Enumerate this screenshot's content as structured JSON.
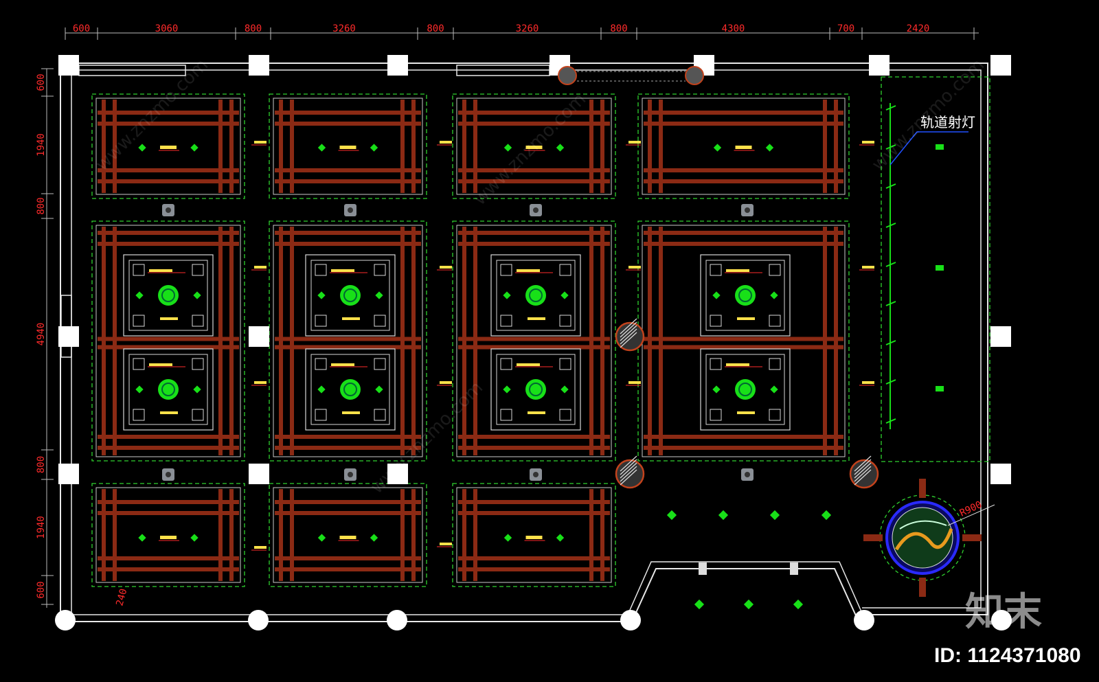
{
  "drawing": {
    "top_dimensions": [
      "600",
      "3060",
      "800",
      "3260",
      "800",
      "3260",
      "800",
      "4300",
      "700",
      "2420"
    ],
    "left_dimensions": [
      "600",
      "1940",
      "800",
      "4940",
      "800",
      "1940",
      "600"
    ],
    "track_light_label": "轨道射灯",
    "radius_label": "R900",
    "small_dim_label": "240",
    "colors": {
      "wall": "#e8e8e8",
      "wood_beam": "#8b2a14",
      "dashed_green": "#2fd12f",
      "fixture_green": "#18e018",
      "dimension_red": "#ff2b2b",
      "tag_yellow": "#ffe14a",
      "background": "#000000"
    }
  },
  "watermark": {
    "logo": "知末",
    "id_text": "ID: 1124371080",
    "url_text": "www.znzmo.com"
  }
}
